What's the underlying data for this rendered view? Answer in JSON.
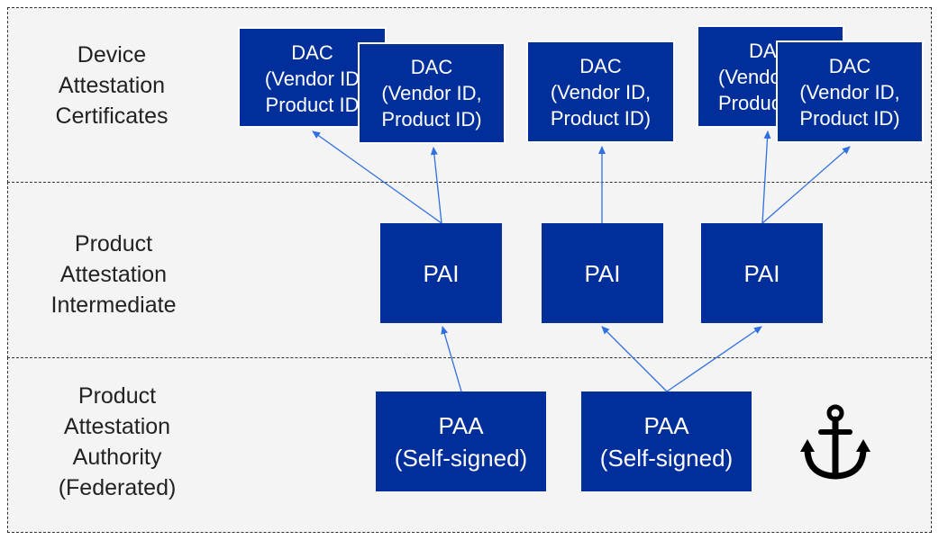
{
  "colors": {
    "box_fill": "#002f9c",
    "box_text": "#ffffff",
    "arrow": "#2f6fe0",
    "band_fill": "#f4f4f4",
    "band_border": "#333333"
  },
  "tiers": {
    "dac": {
      "lines": [
        "Device",
        "Attestation",
        "Certificates"
      ]
    },
    "pai": {
      "lines": [
        "Product",
        "Attestation",
        "Intermediate"
      ]
    },
    "paa": {
      "lines": [
        "Product",
        "Attestation",
        "Authority",
        "(Federated)"
      ]
    }
  },
  "dac_label": [
    "DAC",
    "(Vendor ID,",
    "Product ID)"
  ],
  "dac_label_clipped": [
    "DAC",
    "(Vendor ID",
    "Product ID"
  ],
  "dac_label_partial": [
    "DA",
    "(Vendo",
    "Produc"
  ],
  "pai_label": "PAI",
  "paa_label": [
    "PAA",
    "(Self-signed)"
  ],
  "anchor_icon": "anchor-icon"
}
